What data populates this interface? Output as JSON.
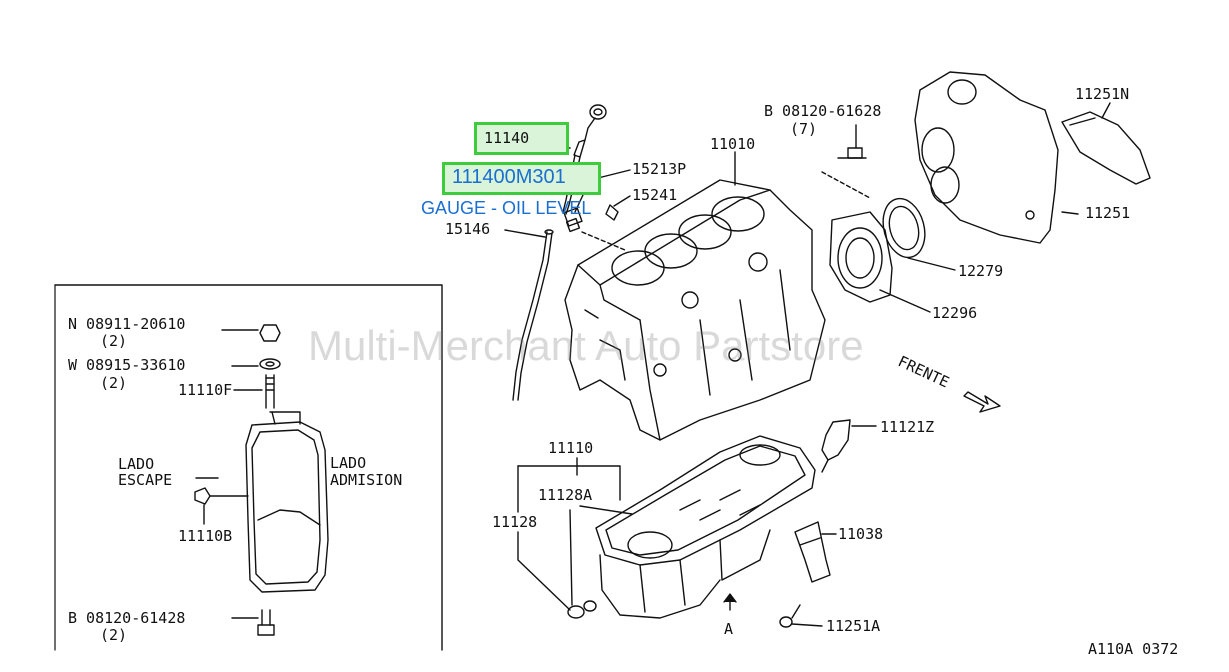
{
  "highlight": {
    "part_code": "11140",
    "part_number": "111400M301",
    "description": "GAUGE - OIL LEVEL"
  },
  "labels": {
    "p15213p": "15213P",
    "p11010": "11010",
    "p15241": "15241",
    "p15146": "15146",
    "b08120_61628": "B 08120-61628",
    "qty7": "(7)",
    "p11251n": "11251N",
    "p11251": "11251",
    "p12279": "12279",
    "p12296": "12296",
    "frente": "FRENTE",
    "p11121z": "11121Z",
    "p11110": "11110",
    "p11128a": "11128A",
    "p11128": "11128",
    "p11038": "11038",
    "p11251a": "11251A",
    "a_arrow": "A"
  },
  "inset": {
    "n08911": "N 08911-20610",
    "qty2a": "(2)",
    "w08915": "W 08915-33610",
    "qty2b": "(2)",
    "p11110f": "11110F",
    "lado_escape_1": "LADO",
    "lado_escape_2": "ESCAPE",
    "lado_admision_1": "LADO",
    "lado_admision_2": "ADMISION",
    "p11110b": "11110B",
    "b08120_61428": "B 08120-61428",
    "qty2c": "(2)"
  },
  "watermark": "Multi-Merchant Auto Partstore",
  "diagram_code": "A110A 0372",
  "colors": {
    "highlight_border": "#3ecb3e",
    "highlight_fill": "#d9f4d9",
    "accent_text": "#1a6fd1",
    "line": "#111111"
  }
}
